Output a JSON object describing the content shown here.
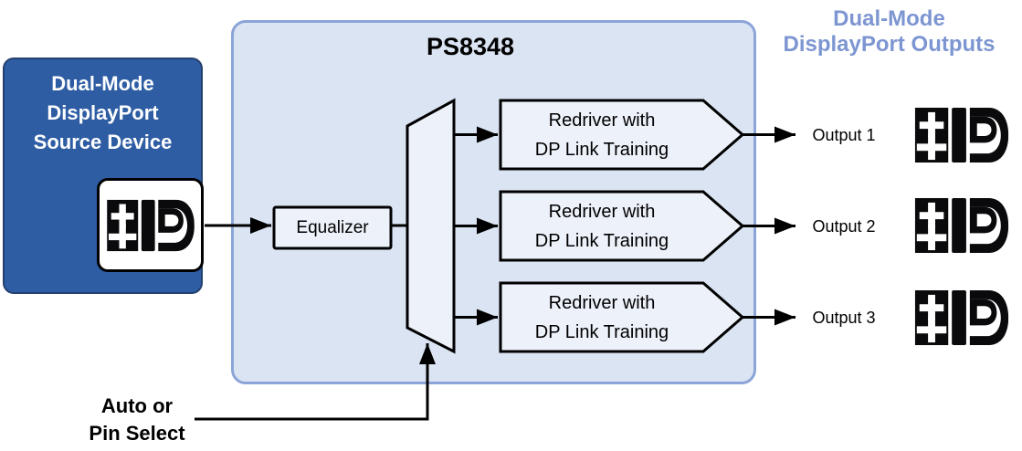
{
  "diagram": {
    "source_device": {
      "lines": [
        "Dual-Mode",
        "DisplayPort",
        "Source Device"
      ],
      "icon": "dual-mode-displayport-logo"
    },
    "chip": {
      "title": "PS8348",
      "equalizer": {
        "label": "Equalizer"
      },
      "redrivers": [
        {
          "line1": "Redriver with",
          "line2": "DP Link Training"
        },
        {
          "line1": "Redriver with",
          "line2": "DP Link Training"
        },
        {
          "line1": "Redriver with",
          "line2": "DP Link Training"
        }
      ]
    },
    "outputs": {
      "heading_lines": [
        "Dual-Mode",
        "DisplayPort Outputs"
      ],
      "items": [
        {
          "label": "Output 1",
          "icon": "dual-mode-displayport-logo"
        },
        {
          "label": "Output 2",
          "icon": "dual-mode-displayport-logo"
        },
        {
          "label": "Output 3",
          "icon": "dual-mode-displayport-logo"
        }
      ]
    },
    "select_control": {
      "lines": [
        "Auto or",
        "Pin Select"
      ]
    },
    "colors": {
      "source_fill": "#2E5DA4",
      "source_border": "#24406E",
      "chip_fill": "#DBE4F3",
      "chip_border": "#8CA5D9",
      "inner_fill": "#EDF1FA",
      "line": "#000000",
      "heading_text": "#7D96D2"
    }
  }
}
